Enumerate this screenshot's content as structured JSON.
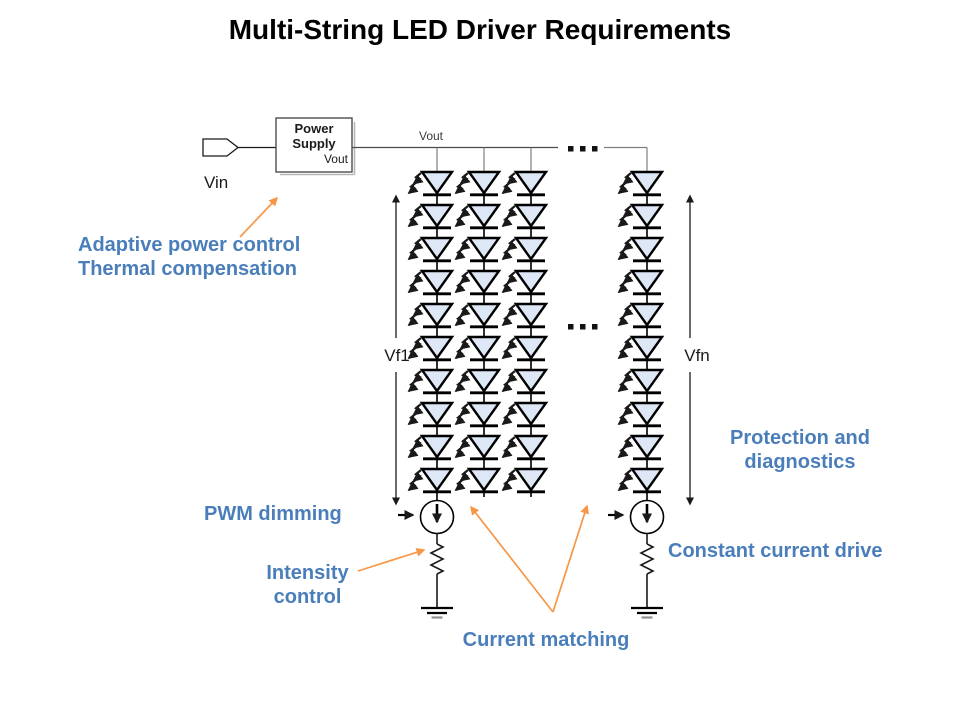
{
  "title": "Multi-String LED Driver Requirements",
  "colors": {
    "annotation_blue": "#4a7ebb",
    "arrow_orange": "#f79646",
    "led_fill": "#dde7f5",
    "wire_dark": "#1a1a1a",
    "wire_gray": "#7f7f7f"
  },
  "power_supply": {
    "line1": "Power",
    "line2": "Supply",
    "port_label": "Vout"
  },
  "labels": {
    "vin": "Vin",
    "vout_rail": "Vout",
    "vf1": "Vf1",
    "vfn": "Vfn",
    "ellipsis": "..."
  },
  "diagram": {
    "visible_string_count": 4,
    "leds_per_string": 10,
    "strings": [
      {
        "name": "string-1",
        "led_count": 10,
        "has_current_source": true
      },
      {
        "name": "string-2",
        "led_count": 10,
        "has_current_source": false
      },
      {
        "name": "string-3",
        "led_count": 10,
        "has_current_source": false
      },
      {
        "name": "string-n",
        "led_count": 10,
        "has_current_source": true
      }
    ]
  },
  "annotations": [
    {
      "id": "adaptive-power",
      "lines": [
        "Adaptive power control",
        "Thermal compensation"
      ]
    },
    {
      "id": "pwm-dimming",
      "lines": [
        "PWM dimming"
      ]
    },
    {
      "id": "intensity-control",
      "lines": [
        "Intensity",
        "control"
      ]
    },
    {
      "id": "current-matching",
      "lines": [
        "Current matching"
      ]
    },
    {
      "id": "protection",
      "lines": [
        "Protection and",
        "diagnostics"
      ]
    },
    {
      "id": "constant-current",
      "lines": [
        "Constant current drive"
      ]
    }
  ]
}
